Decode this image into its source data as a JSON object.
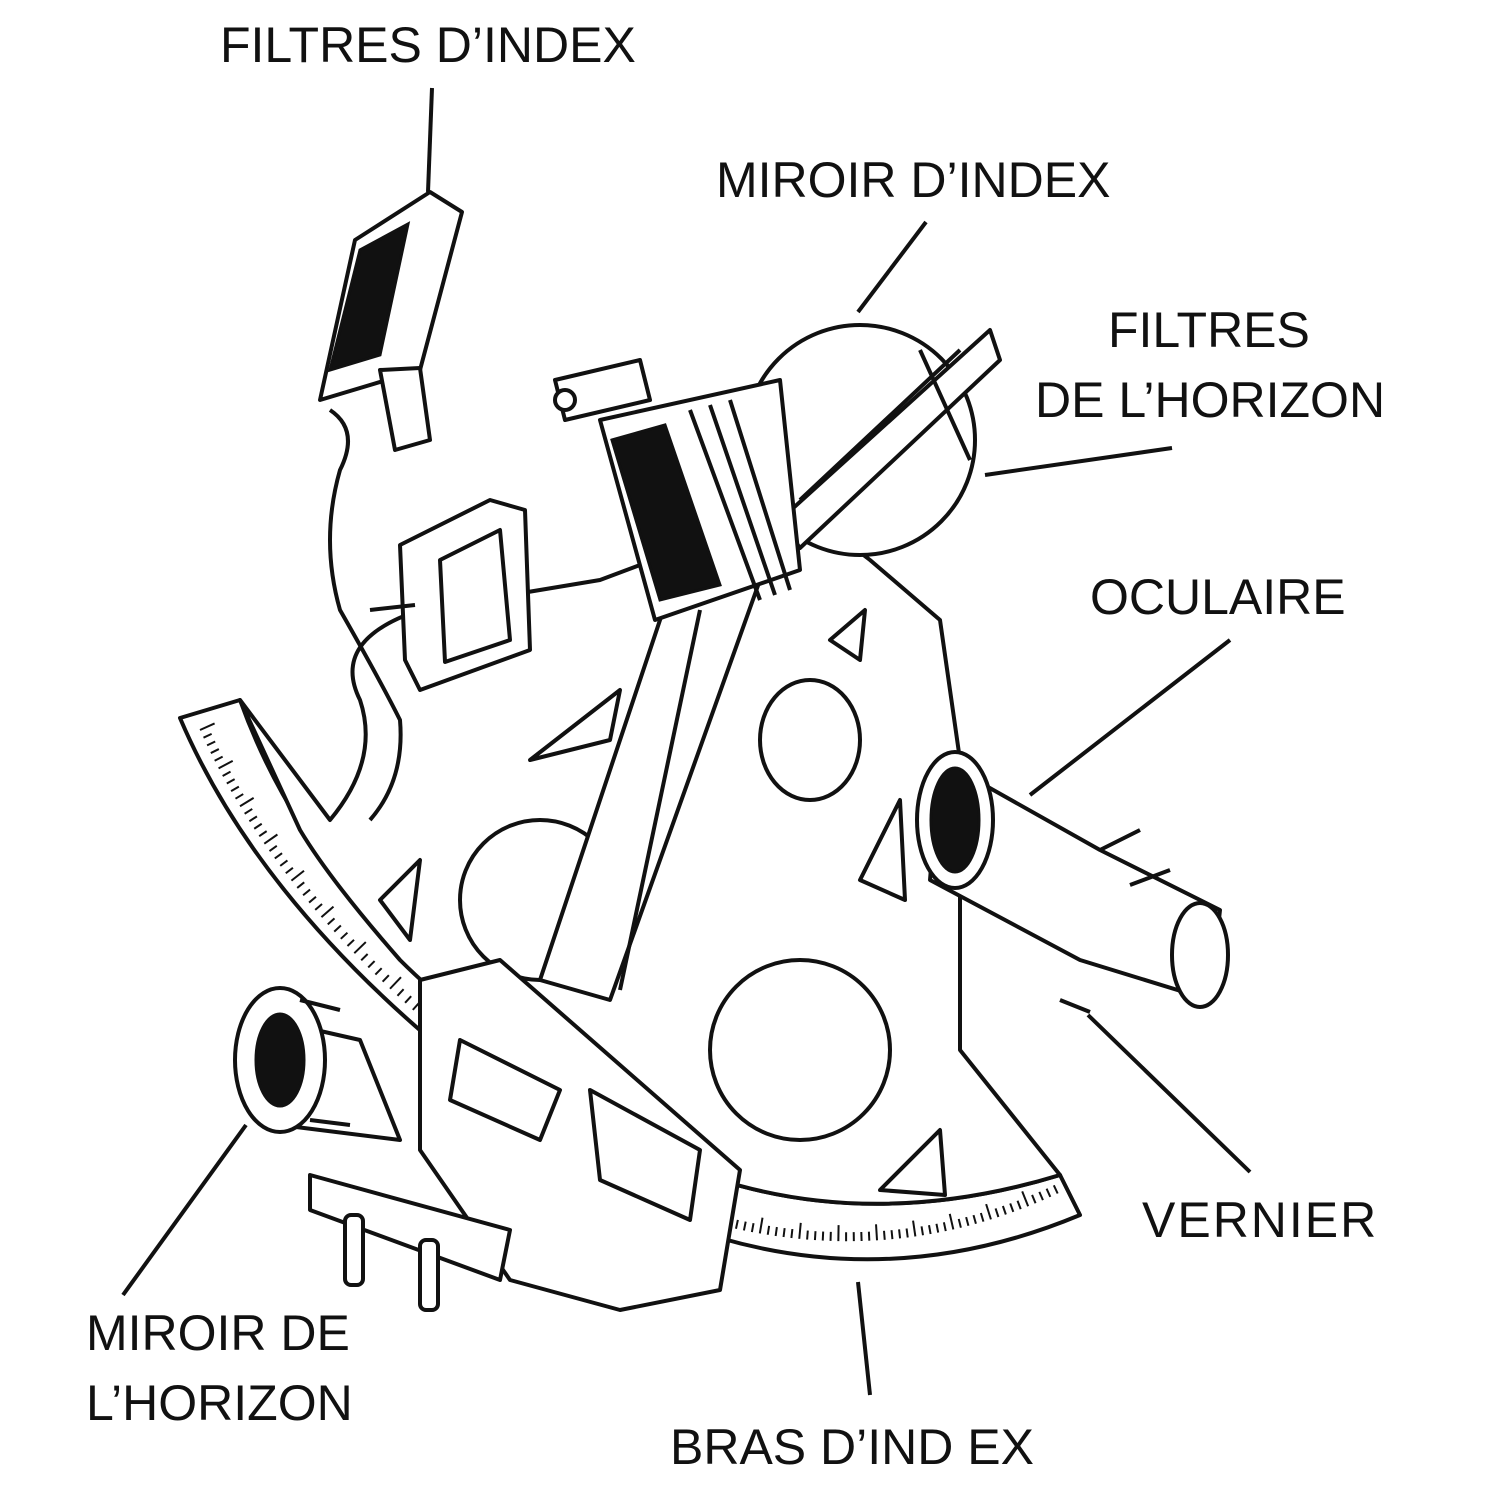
{
  "labels": {
    "index_filters": "FILTRES D’INDEX",
    "index_mirror": "MIROIR D’INDEX",
    "horizon_filters_line1": "FILTRES",
    "horizon_filters_line2": "DE L’HORIZON",
    "eyepiece": "OCULAIRE",
    "vernier": "VERNIER",
    "horizon_mirror_line1": "MIROIR DE",
    "horizon_mirror_line2": "L’HORIZON",
    "index_arm": "BRAS D’IND EX"
  },
  "colors": {
    "ink": "#111111",
    "background": "#ffffff"
  },
  "icon": "sextant-line-drawing"
}
